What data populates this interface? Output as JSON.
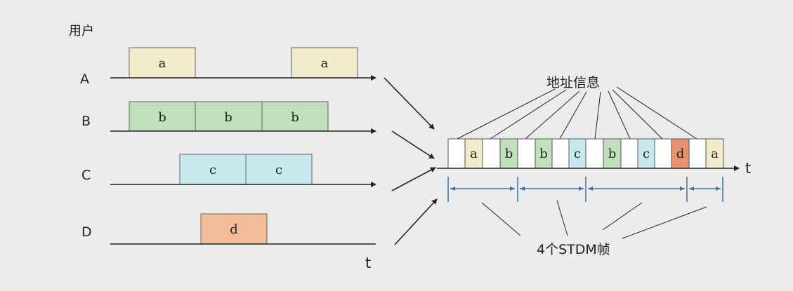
{
  "header": {
    "user_label": "用户"
  },
  "users": [
    {
      "name": "A",
      "blocks": [
        {
          "label": "a",
          "color": "#f2eccb"
        },
        {
          "label": "a",
          "color": "#f2eccb"
        }
      ]
    },
    {
      "name": "B",
      "blocks": [
        {
          "label": "b",
          "color": "#bfe0bb"
        },
        {
          "label": "b",
          "color": "#bfe0bb"
        },
        {
          "label": "b",
          "color": "#bfe0bb"
        }
      ]
    },
    {
      "name": "C",
      "blocks": [
        {
          "label": "c",
          "color": "#c8e8f0"
        },
        {
          "label": "c",
          "color": "#c8e8f0"
        }
      ]
    },
    {
      "name": "D",
      "blocks": [
        {
          "label": "d",
          "color": "#f2bc98"
        }
      ]
    }
  ],
  "time_axis_label": "t",
  "stdm": {
    "address_label": "地址信息",
    "frame_label": "4个STDM帧",
    "time_label": "t",
    "slots": [
      {
        "label": "a",
        "color": "#f2eccb"
      },
      {
        "label": "b",
        "color": "#bfe0bb"
      },
      {
        "label": "b",
        "color": "#bfe0bb"
      },
      {
        "label": "c",
        "color": "#c8e8f0"
      },
      {
        "label": "b",
        "color": "#bfe0bb"
      },
      {
        "label": "c",
        "color": "#c8e8f0"
      },
      {
        "label": "d",
        "color": "#e9936c"
      },
      {
        "label": "a",
        "color": "#f2eccb"
      }
    ]
  },
  "colors": {
    "line": "#222222",
    "bracket": "#3f6fb5",
    "box_border": "#555555",
    "address_box": "#ffffff"
  }
}
